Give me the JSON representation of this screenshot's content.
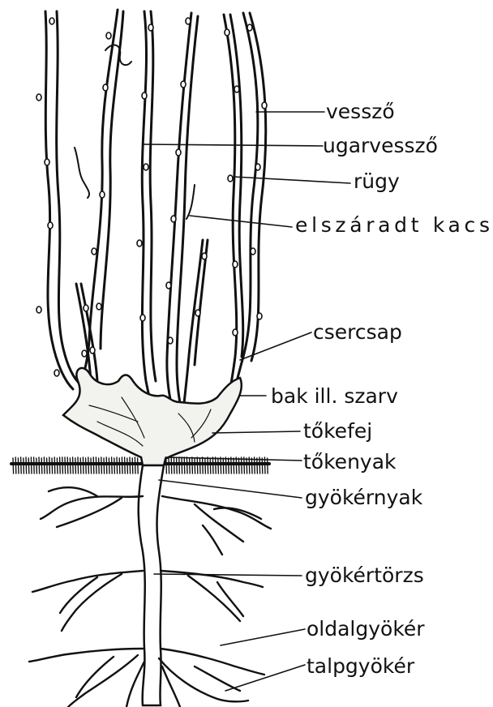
{
  "labels": {
    "vesszo": "vessző",
    "ugarvesszo": "ugarvessző",
    "rugy": "rügy",
    "elszaradt_kacs": "elszáradt kacs",
    "csercsap": "csercsap",
    "bak_szarv": "bak ill. szarv",
    "tokefej": "tőkefej",
    "tokenyak": "tőkenyak",
    "gyokernyak": "gyökérnyak",
    "gyokertorzs": "gyökértörzs",
    "oldalgyoker": "oldalgyökér",
    "talpgyoker": "talpgyökér"
  },
  "colors": {
    "ink": "#111111",
    "paper": "#ffffff",
    "trunk_fill": "#f2f2ee"
  }
}
